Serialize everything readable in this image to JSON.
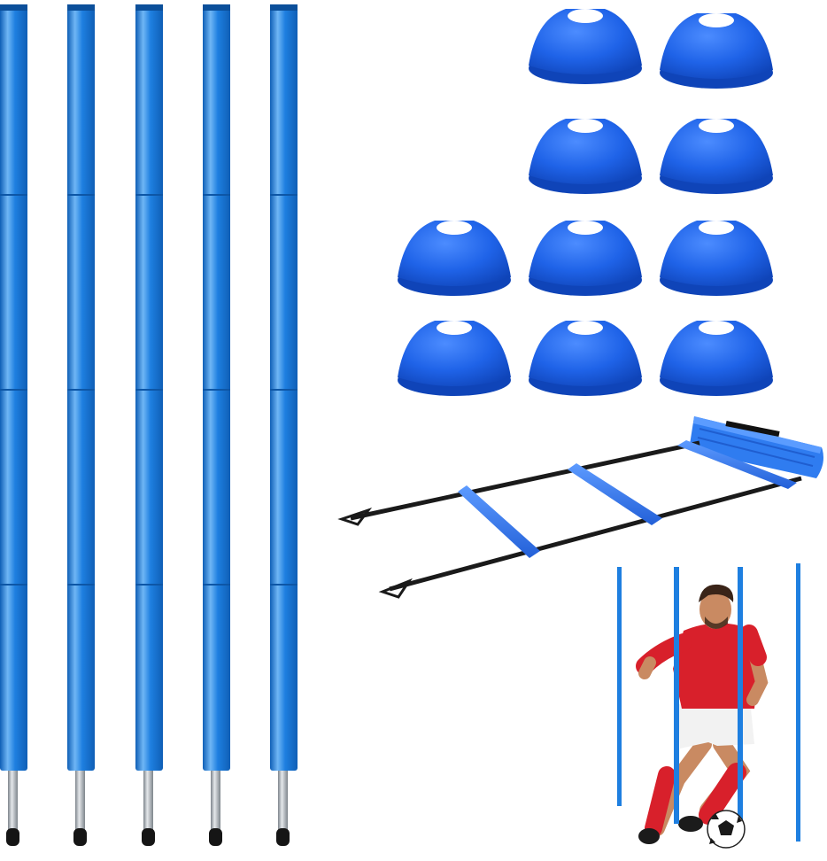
{
  "product": {
    "poles": {
      "count": 5,
      "segments_per_pole": 4
    },
    "cones": {
      "count": 10
    },
    "ladder": {
      "rungs": 4
    },
    "demo": {
      "poles": 4
    }
  },
  "colors": {
    "background": "#ffffff",
    "pole_blue": "#1e7fe0",
    "pole_highlight": "#6fb6f5",
    "pole_shadow": "#0f5fb6",
    "cone_blue": "#1f63e8",
    "cone_dark": "#0f44b8",
    "strap_black": "#1a1a1a",
    "spike_metal": "#b8bec4",
    "shirt_red": "#d8202b",
    "shorts_white": "#f2f2f2",
    "skin": "#c98a62"
  }
}
